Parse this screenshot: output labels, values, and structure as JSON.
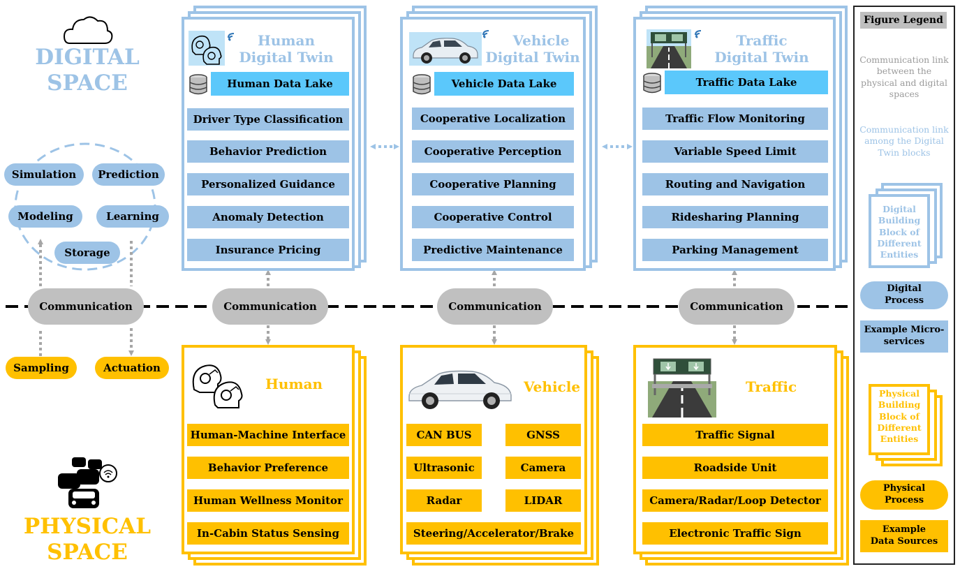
{
  "digital_space": {
    "line1": "DIGITAL",
    "line2": "SPACE"
  },
  "physical_space": {
    "line1": "PHYSICAL",
    "line2": "SPACE"
  },
  "left_processes": {
    "digital": [
      "Simulation",
      "Prediction",
      "Modeling",
      "Learning",
      "Storage"
    ],
    "physical": [
      "Sampling",
      "Actuation"
    ]
  },
  "communication_label": "Communication",
  "digital_twins": [
    {
      "title_line1": "Human",
      "title_line2": "Digital Twin",
      "lake": "Human Data Lake",
      "services": [
        "Driver Type Classification",
        "Behavior Prediction",
        "Personalized Guidance",
        "Anomaly Detection",
        "Insurance Pricing"
      ]
    },
    {
      "title_line1": "Vehicle",
      "title_line2": "Digital Twin",
      "lake": "Vehicle Data Lake",
      "services": [
        "Cooperative Localization",
        "Cooperative Perception",
        "Cooperative Planning",
        "Cooperative Control",
        "Predictive Maintenance"
      ]
    },
    {
      "title_line1": "Traffic",
      "title_line2": "Digital Twin",
      "lake": "Traffic Data Lake",
      "services": [
        "Traffic Flow Monitoring",
        "Variable Speed Limit",
        "Routing and Navigation",
        "Ridesharing Planning",
        "Parking Management"
      ]
    }
  ],
  "physical_entities": [
    {
      "title": "Human",
      "sources": [
        "Human-Machine Interface",
        "Behavior Preference",
        "Human Wellness Monitor",
        "In-Cabin Status Sensing"
      ]
    },
    {
      "title": "Vehicle",
      "sources_grid": [
        "CAN BUS",
        "GNSS",
        "Ultrasonic",
        "Camera",
        "Radar",
        "LIDAR"
      ],
      "sources_wide": "Steering/Accelerator/Brake"
    },
    {
      "title": "Traffic",
      "sources": [
        "Traffic Signal",
        "Roadside Unit",
        "Camera/Radar/Loop Detector",
        "Electronic Traffic Sign"
      ]
    }
  ],
  "legend": {
    "title": "Figure Legend",
    "comm_physical_digital": "Communication link between the physical and digital spaces",
    "comm_twin_blocks": "Communication link among the Digital Twin blocks",
    "digital_block": "Digital Building Block of Different Entities",
    "digital_process": "Digital Process",
    "micro_services": "Example Micro-services",
    "physical_block": "Physical Building Block of Different Entities",
    "physical_process": "Physical Process",
    "data_sources": "Example Data Sources"
  },
  "colors": {
    "digital": "#9dc3e6",
    "data_lake": "#5bc8fb",
    "physical": "#ffc000",
    "communication": "#c0c0c0",
    "arrow_gray": "#a6a6a6"
  },
  "icons": [
    "cloud-icon",
    "wifi-icon",
    "database-icon",
    "human-head-icon",
    "car-icon",
    "traffic-road-icon",
    "traffic-jam-icon"
  ]
}
